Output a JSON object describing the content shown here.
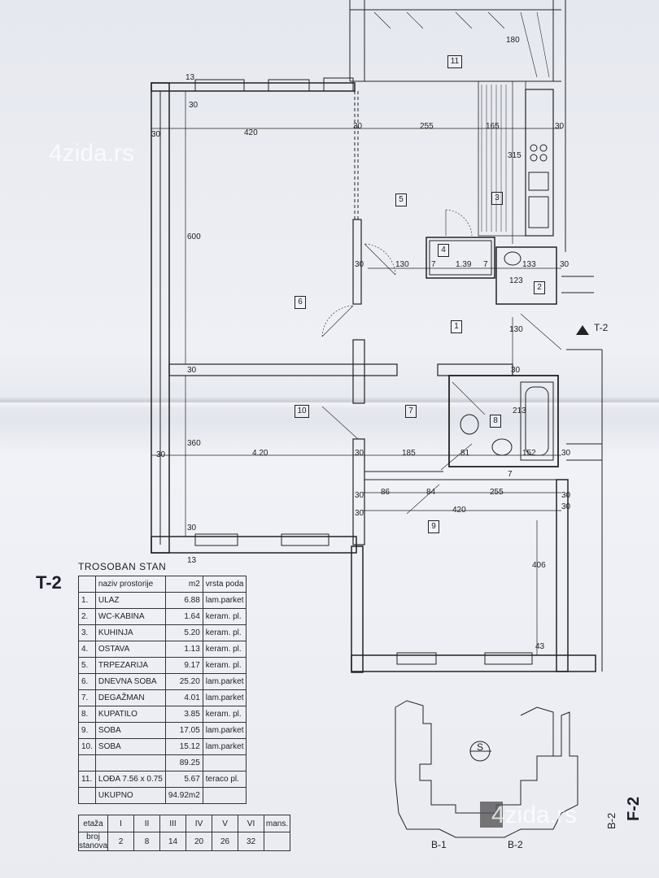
{
  "watermark": "4zida.rs",
  "section_mark": "T-2",
  "rooms": {
    "r1": "1",
    "r2": "2",
    "r3": "3",
    "r4": "4",
    "r5": "5",
    "r6": "6",
    "r7": "7",
    "r8": "8",
    "r9": "9",
    "r10": "10",
    "r11": "11"
  },
  "dims": {
    "d420a": "420",
    "d255a": "255",
    "d165": "165",
    "d30a": "30",
    "d30b": "30",
    "d30c": "30",
    "d30d": "30",
    "d13a": "13",
    "d180": "180",
    "d315": "315",
    "d600": "600",
    "d30e": "30",
    "d130a": "130",
    "d7a": "7",
    "d139": "1.39",
    "d7b": "7",
    "d133": "133",
    "d30f": "30",
    "d123": "123",
    "d130b": "130",
    "d30g": "30",
    "d30h": "30",
    "d213": "213",
    "d360": "360",
    "d30i": "30",
    "d420b": "4.20",
    "d30j": "30",
    "d185": "185",
    "d81": "81",
    "d152": "152",
    "d30k": "30",
    "d7c": "7",
    "d86": "86",
    "d84": "84",
    "d255b": "255",
    "d30l": "30",
    "d30m": "30",
    "d420c": "420",
    "d30n": "30",
    "d30o": "30",
    "d30p": "30",
    "d13b": "13",
    "d406": "406",
    "d43": "43"
  },
  "legend": {
    "unit_code": "T-2",
    "title": "TROSOBAN STAN",
    "headers": [
      "",
      "naziv prostorije",
      "m2",
      "vrsta poda"
    ],
    "rows": [
      [
        "1.",
        "ULAZ",
        "6.88",
        "lam.parket"
      ],
      [
        "2.",
        "WC-KABINA",
        "1.64",
        "keram. pl."
      ],
      [
        "3.",
        "KUHINJA",
        "5.20",
        "keram. pl."
      ],
      [
        "4.",
        "OSTAVA",
        "1.13",
        "keram. pl."
      ],
      [
        "5.",
        "TRPEZARIJA",
        "9.17",
        "keram. pl."
      ],
      [
        "6.",
        "DNEVNA SOBA",
        "25.20",
        "lam.parket"
      ],
      [
        "7.",
        "DEGAŽMAN",
        "4.01",
        "lam.parket"
      ],
      [
        "8.",
        "KUPATILO",
        "3.85",
        "keram. pl."
      ],
      [
        "9.",
        "SOBA",
        "17.05",
        "lam.parket"
      ],
      [
        "10.",
        "SOBA",
        "15.12",
        "lam.parket"
      ],
      [
        "",
        "",
        "89.25",
        ""
      ],
      [
        "11.",
        "LOĐA 7.56 x 0.75",
        "5.67",
        "teraco pl."
      ],
      [
        "",
        "UKUPNO",
        "94.92m2",
        ""
      ]
    ]
  },
  "floors": {
    "head": [
      "etaža",
      "I",
      "II",
      "III",
      "IV",
      "V",
      "VI",
      "mans."
    ],
    "values": [
      "broj stanova",
      "2",
      "8",
      "14",
      "20",
      "26",
      "32",
      ""
    ]
  },
  "keyplan": {
    "b1": "B-1",
    "b2": "B-2",
    "north": "S",
    "sheet": "F-2",
    "block": "B-2"
  }
}
